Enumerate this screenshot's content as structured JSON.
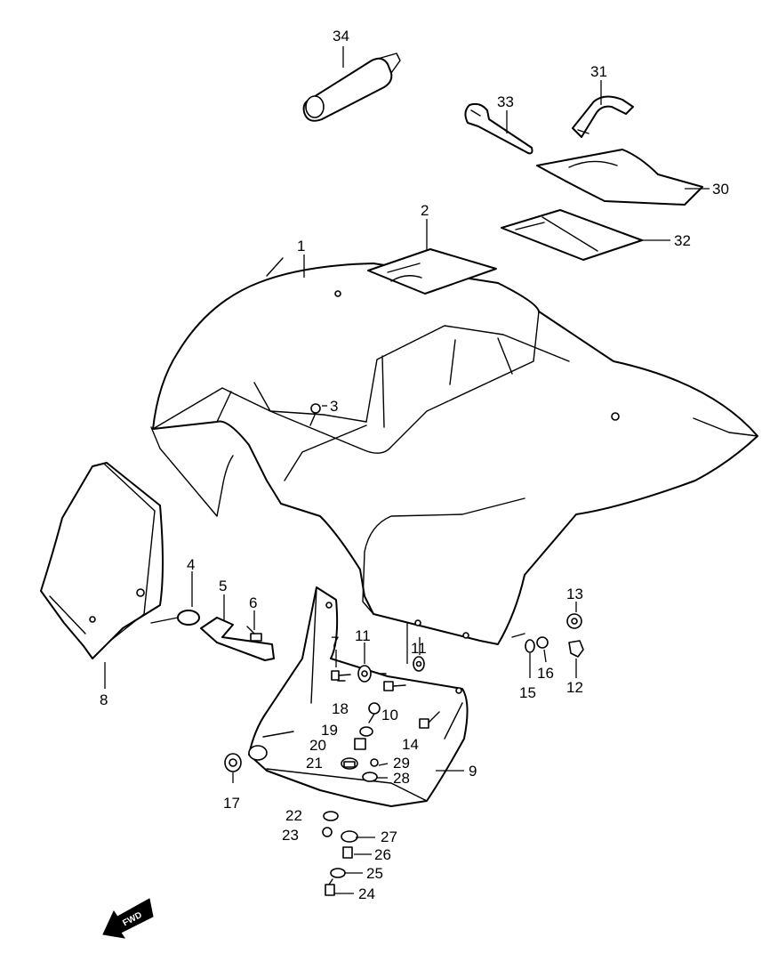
{
  "callouts": [
    {
      "n": "1"
    },
    {
      "n": "2"
    },
    {
      "n": "3"
    },
    {
      "n": "4"
    },
    {
      "n": "5"
    },
    {
      "n": "6"
    },
    {
      "n": "7"
    },
    {
      "n": "8"
    },
    {
      "n": "9"
    },
    {
      "n": "10"
    },
    {
      "n": "11"
    },
    {
      "n": "11"
    },
    {
      "n": "12"
    },
    {
      "n": "13"
    },
    {
      "n": "14"
    },
    {
      "n": "15"
    },
    {
      "n": "16"
    },
    {
      "n": "17"
    },
    {
      "n": "18"
    },
    {
      "n": "19"
    },
    {
      "n": "20"
    },
    {
      "n": "21"
    },
    {
      "n": "22"
    },
    {
      "n": "23"
    },
    {
      "n": "24"
    },
    {
      "n": "25"
    },
    {
      "n": "26"
    },
    {
      "n": "27"
    },
    {
      "n": "28"
    },
    {
      "n": "29"
    },
    {
      "n": "30"
    },
    {
      "n": "31"
    },
    {
      "n": "32"
    },
    {
      "n": "33"
    },
    {
      "n": "34"
    }
  ],
  "direction_badge": {
    "label": "FWD",
    "icon": "forward-arrow-icon"
  },
  "colors": {
    "line": "#000000",
    "background": "#ffffff"
  }
}
